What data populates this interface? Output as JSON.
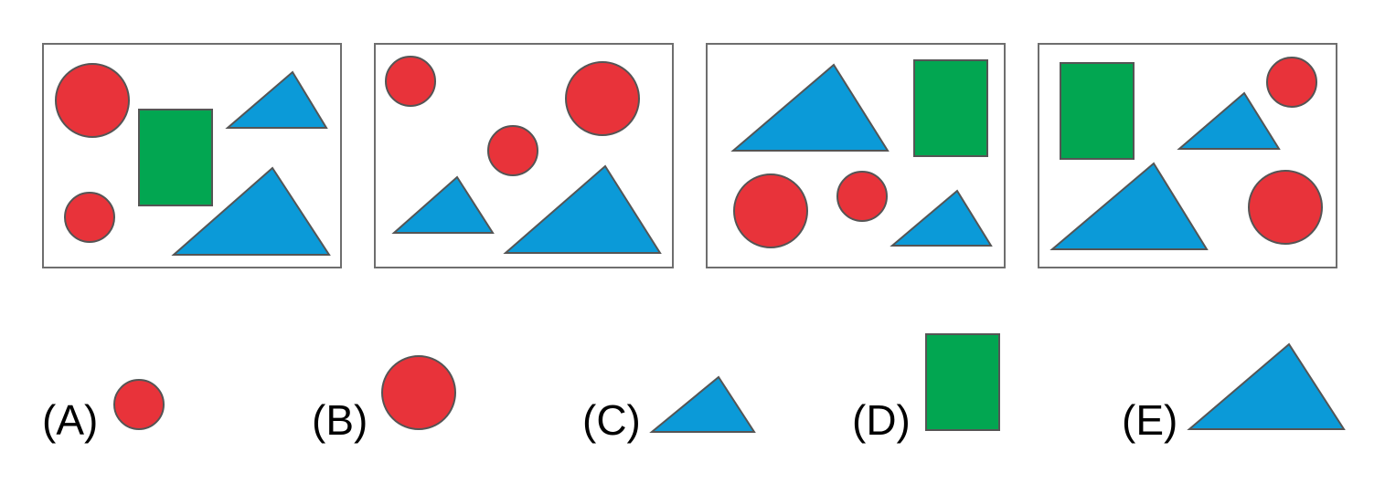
{
  "colors": {
    "circle": "#e8333a",
    "triangle": "#0b9ad8",
    "rectangle": "#02a651",
    "stroke": "#555555",
    "frame": "#6e6e6e"
  },
  "panels": [
    {
      "shapes": [
        {
          "kind": "circle",
          "size": "large"
        },
        {
          "kind": "circle",
          "size": "small"
        },
        {
          "kind": "rectangle",
          "size": "large"
        },
        {
          "kind": "triangle",
          "size": "small"
        },
        {
          "kind": "triangle",
          "size": "large"
        }
      ]
    },
    {
      "shapes": [
        {
          "kind": "circle",
          "size": "small"
        },
        {
          "kind": "circle",
          "size": "large"
        },
        {
          "kind": "circle",
          "size": "small"
        },
        {
          "kind": "triangle",
          "size": "small"
        },
        {
          "kind": "triangle",
          "size": "large"
        }
      ]
    },
    {
      "shapes": [
        {
          "kind": "triangle",
          "size": "large"
        },
        {
          "kind": "rectangle",
          "size": "large"
        },
        {
          "kind": "circle",
          "size": "large"
        },
        {
          "kind": "circle",
          "size": "small"
        },
        {
          "kind": "triangle",
          "size": "small"
        }
      ]
    },
    {
      "shapes": [
        {
          "kind": "rectangle",
          "size": "large"
        },
        {
          "kind": "circle",
          "size": "small"
        },
        {
          "kind": "triangle",
          "size": "small"
        },
        {
          "kind": "triangle",
          "size": "large"
        },
        {
          "kind": "circle",
          "size": "large"
        }
      ]
    }
  ],
  "options": [
    {
      "label": "(A)",
      "kind": "circle",
      "size": "small"
    },
    {
      "label": "(B)",
      "kind": "circle",
      "size": "large"
    },
    {
      "label": "(C)",
      "kind": "triangle",
      "size": "small"
    },
    {
      "label": "(D)",
      "kind": "rectangle",
      "size": "large"
    },
    {
      "label": "(E)",
      "kind": "triangle",
      "size": "large"
    }
  ]
}
